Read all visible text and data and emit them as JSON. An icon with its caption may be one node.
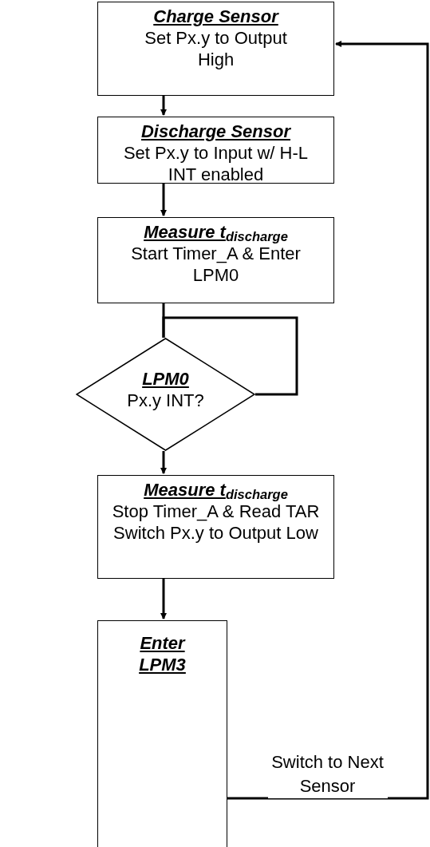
{
  "diagram": {
    "nodes": [
      {
        "text": [
          "Charge Sensor",
          "Set Px.y to Output High"
        ]
      },
      {
        "text": [
          "Discharge Sensor",
          "Set Px.y to Input w/ H-L INT enabled"
        ]
      },
      {
        "text": [
          "Measure t$_{discharge}$",
          "Start Timer_A & Enter LPM0"
        ]
      },
      {
        "text": [
          "LPM0",
          "Px.y INT?"
        ]
      },
      {
        "text": [
          "Measure t$_{discharge}$",
          "Stop Timer_A & Read TAR",
          "Switch Px.y to Output Low"
        ]
      },
      {
        "text": [
          "Enter LPM3"
        ]
      }
    ],
    "edges": [
      {
        "from": 0,
        "to": 1,
        "arrow": "to"
      },
      {
        "from": 1,
        "to": 2,
        "arrow": "to"
      },
      {
        "from": 2,
        "to": 3,
        "arrow": "none"
      },
      {
        "from": 3,
        "to": 3,
        "arrow": "none"
      },
      {
        "from": 3,
        "to": 4,
        "arrow": "to"
      },
      {
        "from": 4,
        "to": 5,
        "arrow": "to"
      },
      {
        "from": 5,
        "to": 0,
        "arrow": "to",
        "label": "Switch to Next Sensor"
      }
    ]
  }
}
